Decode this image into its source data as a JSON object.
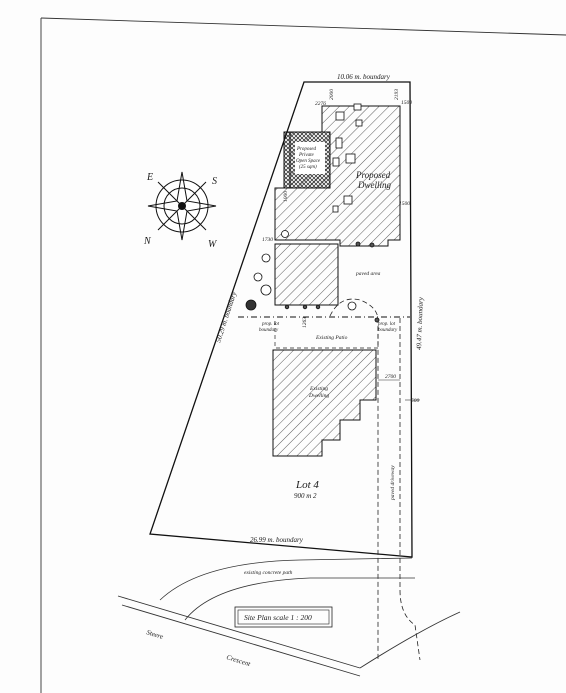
{
  "plan": {
    "title": "Site Plan scale 1 : 200",
    "lot_name": "Lot 4",
    "lot_area": "900 m 2",
    "street_line1": "Steere",
    "street_line2": "Crescent",
    "existing_path": "existing concrete path",
    "paved_driveway": "paved driveway",
    "paved_area": "paved area",
    "existing_patio": "Existing Patio",
    "existing_dwelling_1": "Existing",
    "existing_dwelling_2": "Dwelling",
    "proposed_dwelling_1": "Proposed",
    "proposed_dwelling_2": "Dwelling",
    "open_space_1": "Proposed",
    "open_space_2": "Private",
    "open_space_3": "Open Space",
    "open_space_4": "(25 sqm)",
    "prop_lot_left_1": "prop. lot",
    "prop_lot_left_2": "boundary",
    "prop_lot_right_1": "prop. lot",
    "prop_lot_right_2": "boundary"
  },
  "boundaries": {
    "top": "10.06 m. boundary",
    "left": "50.29 m. boundary",
    "right": "49.47 m. boundary",
    "bottom": "26.99 m. boundary"
  },
  "dimensions": {
    "d2000": "2000",
    "d2276": "2276",
    "d2193": "2193",
    "d1500a": "1500",
    "d1500b": "1500",
    "d1000": "1000",
    "d1730": "1730",
    "d1263": "1263",
    "d2700": "2700",
    "d500": "500"
  },
  "compass": {
    "north": "N",
    "south": "S",
    "east": "E",
    "west": "W"
  }
}
